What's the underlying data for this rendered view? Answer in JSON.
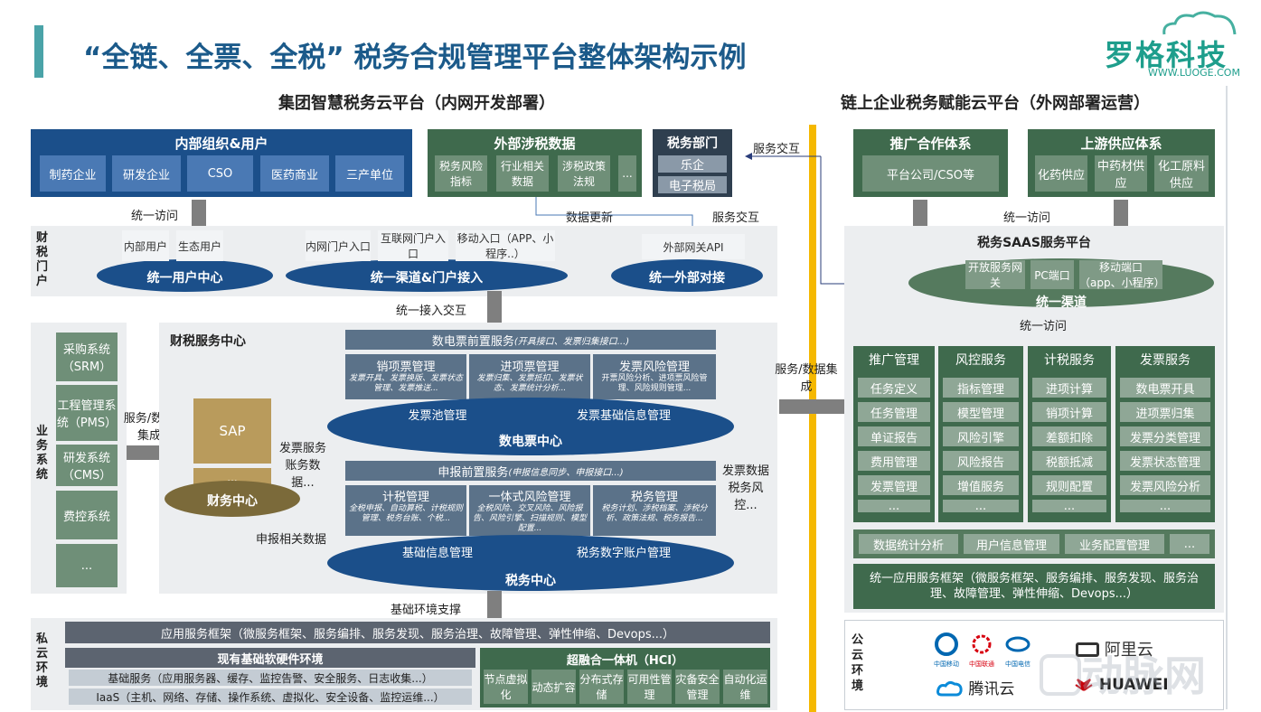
{
  "title": "“全链、全票、全税” 税务合规管理平台整体架构示例",
  "logo": {
    "name": "罗格科技",
    "url": "WWW.LUOGE.COM"
  },
  "left_header": "集团智慧税务云平台（内网开发部署）",
  "right_header": "链上企业税务赋能云平台（外网部署运营）",
  "internal_org": {
    "title": "内部组织&用户",
    "items": [
      "制药企业",
      "研发企业",
      "CSO",
      "医药商业",
      "三产单位"
    ]
  },
  "external_tax": {
    "title": "外部涉税数据",
    "items": [
      "税务风险指标",
      "行业相关数据",
      "涉税政策法规",
      "..."
    ]
  },
  "tax_dept": {
    "title": "税务部门",
    "items": [
      "乐企",
      "电子税局"
    ]
  },
  "labels": {
    "unified_access": "统一访问",
    "data_update": "数据更新",
    "service_interact": "服务交互",
    "service_interact2": "服务交互",
    "unified_access_right": "统一访问",
    "unified_access_interact": "统一接入交互",
    "service_data_int": "服务/数据集成",
    "service_data_int2": "服务/数据集成",
    "invoice_service_data": "发票服务账务数据...",
    "declare_data": "申报相关数据",
    "invoice_data_risk": "发票数据税务风控...",
    "basic_env": "基础环境支撑",
    "unified_access3": "统一访问"
  },
  "portal": {
    "label": "财税门户",
    "user_center": "统一用户中心",
    "channel": "统一渠道&门户接入",
    "external": "统一外部对接",
    "inner_user": "内部用户",
    "eco_user": "生态用户",
    "intranet": "内网门户入口",
    "internet": "互联网门户入口",
    "mobile": "移动入口（APP、小程序..）",
    "gateway": "外部网关API"
  },
  "business": {
    "label": "业务系统",
    "items": [
      "采购系统（SRM）",
      "工程管理系统（PMS）",
      "研发系统（CMS）",
      "费控系统",
      "..."
    ]
  },
  "center": {
    "title": "财税服务中心",
    "sap": "SAP",
    "fin_dots": "...",
    "fin_center": "财务中心",
    "einv_front": "数电票前置服务",
    "einv_front_sub": "(开具接口、发票归集接口...)",
    "sales_t": "销项票管理",
    "sales_s": "发票开具、发票换版、发票状态管理、发票推送...",
    "input_t": "进项票管理",
    "input_s": "发票归集、发票抵扣、发票状态、发票统计分析...",
    "risk_t": "发票风险管理",
    "risk_s": "开票风险分析、进项票风险管理、风险规则管理...",
    "pool": "发票池管理",
    "basic_info": "发票基础信息管理",
    "einv_center": "数电票中心",
    "declare_front": "申报前置服务",
    "declare_front_sub": "(申报信息同步、申报接口...)",
    "taxm_t": "计税管理",
    "taxm_s": "全税申报、自动算税、计税规则管理、税务台账、个税...",
    "irisk_t": "一体式风险管理",
    "irisk_s": "全税风险、交叉风险、风险报告、风险引擎、扫描规则、模型配置...",
    "taxmgmt_t": "税务管理",
    "taxmgmt_s": "税务计划、涉税档案、涉税分析、政策法规、税务报告...",
    "binfo": "基础信息管理",
    "digital": "税务数字账户管理",
    "tax_center": "税务中心"
  },
  "private": {
    "label": "私云环境",
    "framework": "应用服务框架（微服务框架、服务编排、服务发现、服务治理、故障管理、弹性伸缩、Devops...）",
    "hw_title": "现有基础软硬件环境",
    "hw1": "基础服务（应用服务器、缓存、监控告警、安全服务、日志收集...）",
    "hw2": "IaaS（主机、网络、存储、操作系统、虚拟化、安全设备、监控运维...）",
    "hci_title": "超融合一体机（HCI）",
    "hci": [
      "节点虚拟化",
      "动态扩容",
      "分布式存储",
      "可用性管理",
      "灾备安全管理",
      "自动化运维"
    ]
  },
  "right": {
    "promo": {
      "title": "推广合作体系",
      "item": "平台公司/CSO等"
    },
    "upstream": {
      "title": "上游供应体系",
      "items": [
        "化药供应",
        "中药材供应",
        "化工原料供应"
      ]
    },
    "saas": "税务SAAS服务平台",
    "open_gw": "开放服务网关",
    "pc": "PC端口",
    "mobile": "移动端口（app、小程序）",
    "channel": "统一渠道",
    "columns": [
      {
        "title": "推广管理",
        "items": [
          "任务定义",
          "任务管理",
          "单证报告",
          "费用管理",
          "发票管理",
          "..."
        ]
      },
      {
        "title": "风控服务",
        "items": [
          "指标管理",
          "模型管理",
          "风险引擎",
          "风险报告",
          "增值服务",
          "..."
        ]
      },
      {
        "title": "计税服务",
        "items": [
          "进项计算",
          "销项计算",
          "差额扣除",
          "税额抵减",
          "规则配置",
          "..."
        ]
      },
      {
        "title": "发票服务",
        "items": [
          "数电票开具",
          "进项票归集",
          "发票分类管理",
          "发票状态管理",
          "发票风险分析",
          "..."
        ]
      }
    ],
    "bottom_row": [
      "数据统计分析",
      "用户信息管理",
      "业务配置管理",
      "..."
    ],
    "framework": "统一应用服务框架（微服务框架、服务编排、服务发现、服务治理、故障管理、弹性伸缩、Devops...）"
  },
  "public": {
    "label": "公云环境",
    "providers": [
      "中国移动",
      "中国联通",
      "中国电信",
      "阿里云",
      "腾讯云",
      "HUAWEI"
    ]
  },
  "watermark": "动脉网",
  "colors": {
    "accent": "#f5b800",
    "navy": "#1b4f8a",
    "green": "#3f6a4d",
    "teal": "#4aa3a8"
  }
}
